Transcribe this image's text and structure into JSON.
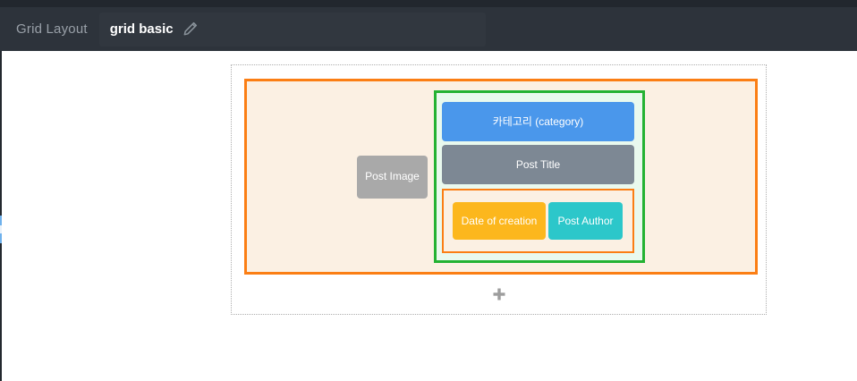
{
  "header": {
    "app_title": "Grid Layout",
    "layout_name": "grid basic"
  },
  "canvas": {
    "row": {
      "post_image_label": "Post Image",
      "column": {
        "category_label": "카테고리 (category)",
        "post_title_label": "Post Title",
        "meta_row": {
          "date_label": "Date of creation",
          "author_label": "Post Author"
        }
      }
    },
    "add_button_icon": "plus-icon"
  },
  "icons": {
    "edit": "pencil-icon",
    "add": "plus-icon"
  },
  "colors": {
    "header_bg": "#2d333b",
    "header_top_strip": "#22272e",
    "row_border_orange": "#fb7e14",
    "row_bg_peach": "#fbf0e3",
    "column_border_green": "#24b233",
    "column_bg_mint": "#e9f9ee",
    "category_blue": "#4a97eb",
    "post_title_gray": "#7d8894",
    "date_yellow": "#fcb71d",
    "author_teal": "#2cc7ca",
    "post_image_gray": "#a9a9a9",
    "plus_gray": "#9d9d9d",
    "left_strip_blue": "#6fb1ec"
  }
}
